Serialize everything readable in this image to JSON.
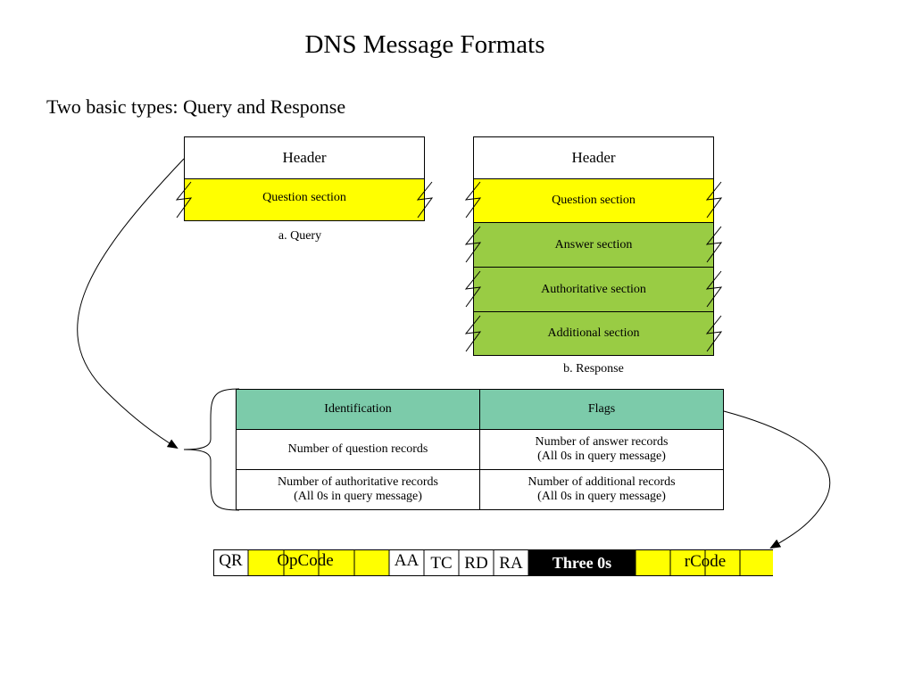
{
  "title": "DNS Message Formats",
  "subtitle": "Two basic types: Query and Response",
  "query": {
    "header": "Header",
    "question": "Question section",
    "caption": "a. Query"
  },
  "response": {
    "header": "Header",
    "question": "Question section",
    "answer": "Answer section",
    "authoritative": "Authoritative section",
    "additional": "Additional section",
    "caption": "b. Response"
  },
  "header_table": {
    "identification": "Identification",
    "flags": "Flags",
    "question_records": "Number of question records",
    "answer_records": "Number of answer records",
    "answer_note": "(All 0s in query message)",
    "authoritative_records": "Number of authoritative records",
    "authoritative_note": "(All 0s in query message)",
    "additional_records": "Number of additional  records",
    "additional_note": "(All 0s in query message)"
  },
  "flags_row": {
    "qr": "QR",
    "opcode": "OpCode",
    "aa": "AA",
    "tc": "TC",
    "rd": "RD",
    "ra": "RA",
    "zero": "Three 0s",
    "rcode": "rCode"
  },
  "colors": {
    "yellow": "#ffff00",
    "green": "#99cc44",
    "teal": "#7ccbaa",
    "black": "#000000"
  }
}
